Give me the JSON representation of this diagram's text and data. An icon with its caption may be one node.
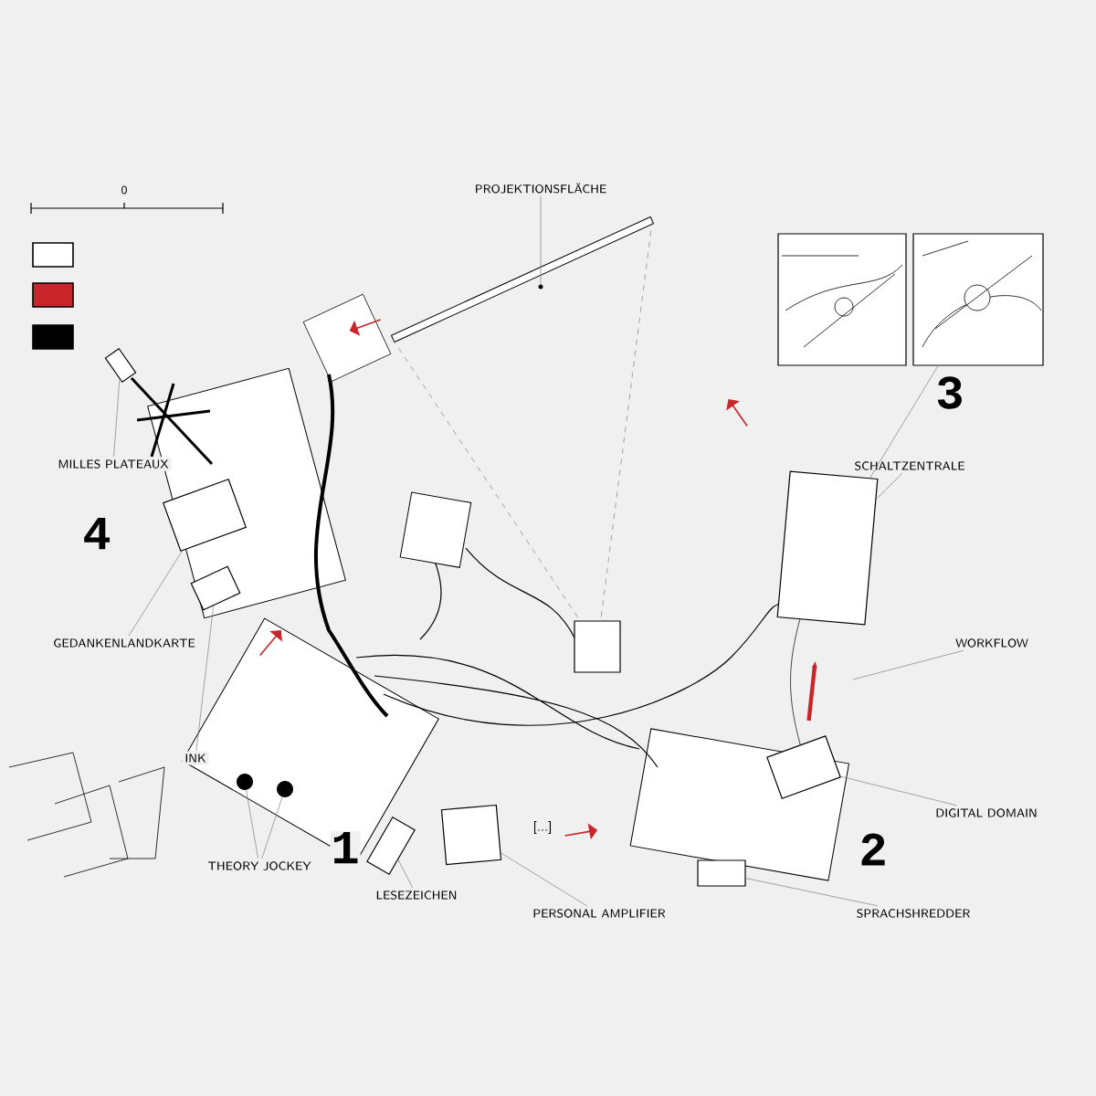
{
  "diagram": {
    "nodes": [
      {
        "text": [
          "PROJEKTIONSFLÄCHE"
        ]
      },
      {
        "text": [
          "MILLES PLATEAUX"
        ]
      },
      {
        "text": [
          "GEDANKENLANDKARTE"
        ]
      },
      {
        "text": [
          "INK"
        ]
      },
      {
        "text": [
          "THEORY JOCKEY"
        ]
      },
      {
        "text": [
          "LESEZEICHEN"
        ]
      },
      {
        "text": [
          "PERSONAL AMPLIFIER"
        ]
      },
      {
        "text": [
          "SCHALTZENTRALE"
        ]
      },
      {
        "text": [
          "WORKFLOW"
        ]
      },
      {
        "text": [
          "DIGITAL DOMAIN"
        ]
      },
      {
        "text": [
          "SPRACHSHREDDER"
        ]
      },
      {
        "text": [],
        "shape": "circle"
      },
      {
        "text": [],
        "shape": "box"
      },
      {
        "text": [],
        "shape": "box"
      },
      {
        "text": [],
        "shape": "box"
      },
      {
        "text": [],
        "shape": "circle"
      },
      {
        "text": [],
        "shape": "circle"
      },
      {
        "text": [],
        "shape": "box"
      },
      {
        "text": [],
        "shape": "box"
      },
      {
        "text": [],
        "shape": "box"
      },
      {
        "text": [],
        "shape": "bar"
      },
      {
        "text": [],
        "shape": "box"
      },
      {
        "text": [],
        "shape": "box"
      },
      {
        "text": [],
        "shape": "box"
      },
      {
        "text": [],
        "shape": "picture"
      },
      {
        "text": [],
        "shape": "picture"
      }
    ],
    "edges": [
      {
        "from": 0,
        "to": 11,
        "arrow": "none"
      },
      {
        "from": 1,
        "to": 12,
        "arrow": "none"
      },
      {
        "from": 2,
        "to": 13,
        "arrow": "none"
      },
      {
        "from": 3,
        "to": 14,
        "arrow": "none"
      },
      {
        "from": 4,
        "to": 15,
        "arrow": "none"
      },
      {
        "from": 4,
        "to": 16,
        "arrow": "none"
      },
      {
        "from": 5,
        "to": 17,
        "arrow": "none"
      },
      {
        "from": 6,
        "to": 18,
        "arrow": "none"
      },
      {
        "from": 7,
        "to": 19,
        "arrow": "none"
      },
      {
        "from": 8,
        "to": null,
        "arrow": "none"
      },
      {
        "from": 9,
        "to": 21,
        "arrow": "none"
      },
      {
        "from": 10,
        "to": 22,
        "arrow": "none"
      },
      {
        "from": 20,
        "to": 23,
        "arrow": "none",
        "style": "dashed"
      },
      {
        "from": 20,
        "to": 23,
        "arrow": "none",
        "style": "dashed"
      },
      {
        "from": 25,
        "to": 19,
        "arrow": "none"
      },
      {
        "from": 21,
        "to": 19,
        "arrow": "to",
        "style": "thick",
        "color": "#c8262a"
      },
      {
        "from": 19,
        "to": 21,
        "arrow": "none",
        "color": "#000000"
      }
    ],
    "labels": [
      "0",
      "3",
      "4",
      "[...]",
      "1",
      "2"
    ]
  }
}
